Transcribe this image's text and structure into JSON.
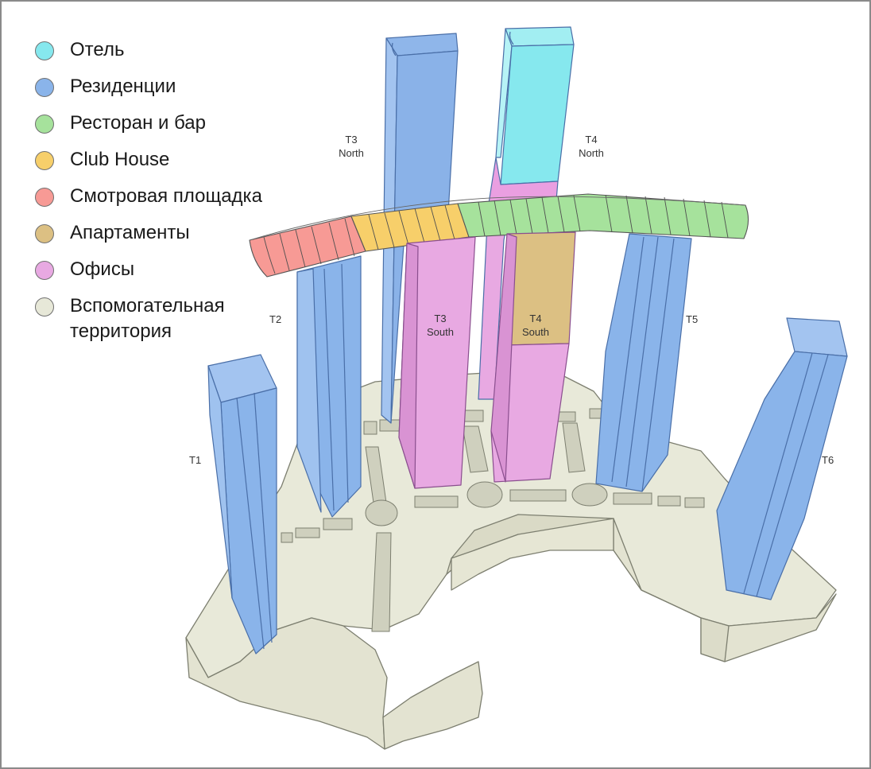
{
  "legend": [
    {
      "label": "Отель",
      "color": "#86e8ee"
    },
    {
      "label": "Резиденции",
      "color": "#8ab4ea"
    },
    {
      "label": "Ресторан и бар",
      "color": "#a6e29c"
    },
    {
      "label": "Club House",
      "color": "#f7cf6a"
    },
    {
      "label": "Смотровая площадка",
      "color": "#f79a95"
    },
    {
      "label": "Апартаменты",
      "color": "#dcc083"
    },
    {
      "label": "Офисы",
      "color": "#e8a9e2"
    },
    {
      "label": "Вспомогательная территория",
      "line1": "Вспомогательная",
      "line2": "территория",
      "color": "#e7e8d8"
    }
  ],
  "towers": {
    "t1": "T1",
    "t2": "T2",
    "t3_north": {
      "line1": "T3",
      "line2": "North"
    },
    "t3_south": {
      "line1": "T3",
      "line2": "South"
    },
    "t4_north": {
      "line1": "T4",
      "line2": "North"
    },
    "t4_south": {
      "line1": "T4",
      "line2": "South"
    },
    "t5": "T5",
    "t6": "T6"
  }
}
